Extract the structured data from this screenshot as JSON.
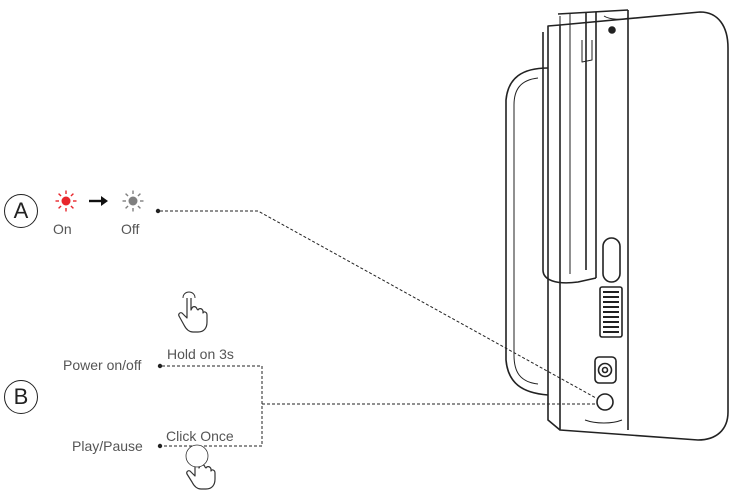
{
  "labels": {
    "section_a": "A",
    "section_b": "B",
    "led_on": "On",
    "led_off": "Off",
    "power": "Power on/off",
    "hold": "Hold on 3s",
    "play": "Play/Pause",
    "click": "Click Once"
  },
  "colors": {
    "led_on": "#e8262c",
    "led_off": "#808080",
    "line": "#222222"
  },
  "icons": [
    "led-light-on-icon",
    "arrow-right-icon",
    "led-light-off-icon",
    "tap-hand-icon",
    "press-hand-icon"
  ]
}
